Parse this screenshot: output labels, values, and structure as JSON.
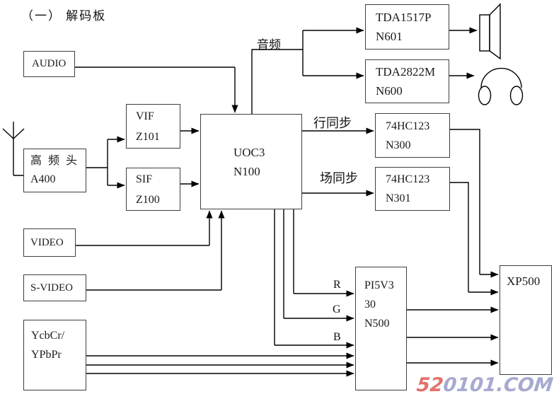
{
  "title": "（一）  解码板",
  "blocks": {
    "audio": {
      "line1": "AUDIO"
    },
    "tuner": {
      "line1": "高频头",
      "line2": "A400"
    },
    "vif": {
      "line1": "VIF",
      "line2": "Z101"
    },
    "sif": {
      "line1": "SIF",
      "line2": "Z100"
    },
    "uoc3": {
      "line1": "UOC3",
      "line2": "N100"
    },
    "video": {
      "line1": "VIDEO"
    },
    "svideo": {
      "line1": "S-VIDEO"
    },
    "ycbcr": {
      "line1": "YcbCr/",
      "line2": "YPbPr"
    },
    "tda1517": {
      "line1": "TDA1517P",
      "line2": "N601"
    },
    "tda2822": {
      "line1": "TDA2822M",
      "line2": "N600"
    },
    "n300": {
      "line1": "74HC123",
      "line2": "N300"
    },
    "n301": {
      "line1": "74HC123",
      "line2": "N301"
    },
    "pi5v330": {
      "line1": "PI5V3",
      "line2": "30",
      "line3": "N500"
    },
    "xp500": {
      "line1": "XP500"
    }
  },
  "wire_labels": {
    "audio_out": "音频",
    "hsync": "行同步",
    "vsync": "场同步",
    "r": "R",
    "g": "G",
    "b": "B"
  },
  "icons": {
    "speaker": "speaker-icon",
    "headphones": "headphones-icon",
    "antenna": "antenna-icon"
  },
  "watermark": {
    "prefix": "52",
    "suffix": "0101.COM",
    "prefix_color": "#e4716b",
    "suffix_color": "#a6aad0"
  },
  "colors": {
    "wire": "#000000",
    "box_border": "#3f3f3f",
    "background": "#ffffff"
  },
  "connections": [
    {
      "from": "antenna",
      "to": "高频头 A400"
    },
    {
      "from": "高频头 A400",
      "to": "VIF Z101"
    },
    {
      "from": "高频头 A400",
      "to": "SIF Z100"
    },
    {
      "from": "VIF Z101",
      "to": "UOC3 N100"
    },
    {
      "from": "SIF Z100",
      "to": "UOC3 N100"
    },
    {
      "from": "AUDIO",
      "to": "UOC3 N100"
    },
    {
      "from": "UOC3 N100",
      "to": "TDA1517P N601",
      "label": "音频"
    },
    {
      "from": "UOC3 N100",
      "to": "TDA2822M N600",
      "label": "音频"
    },
    {
      "from": "TDA1517P N601",
      "to": "speaker"
    },
    {
      "from": "TDA2822M N600",
      "to": "headphones"
    },
    {
      "from": "UOC3 N100",
      "to": "74HC123 N300",
      "label": "行同步"
    },
    {
      "from": "UOC3 N100",
      "to": "74HC123 N301",
      "label": "场同步"
    },
    {
      "from": "74HC123 N300",
      "to": "XP500"
    },
    {
      "from": "74HC123 N301",
      "to": "XP500"
    },
    {
      "from": "VIDEO",
      "to": "UOC3 N100"
    },
    {
      "from": "S-VIDEO",
      "to": "UOC3 N100"
    },
    {
      "from": "UOC3 N100",
      "to": "PI5V330 N500",
      "label": "R"
    },
    {
      "from": "UOC3 N100",
      "to": "PI5V330 N500",
      "label": "G"
    },
    {
      "from": "UOC3 N100",
      "to": "PI5V330 N500",
      "label": "B"
    },
    {
      "from": "YcbCr/YPbPr",
      "to": "PI5V330 N500",
      "count": 3
    },
    {
      "from": "PI5V330 N500",
      "to": "XP500",
      "count": 3
    }
  ]
}
